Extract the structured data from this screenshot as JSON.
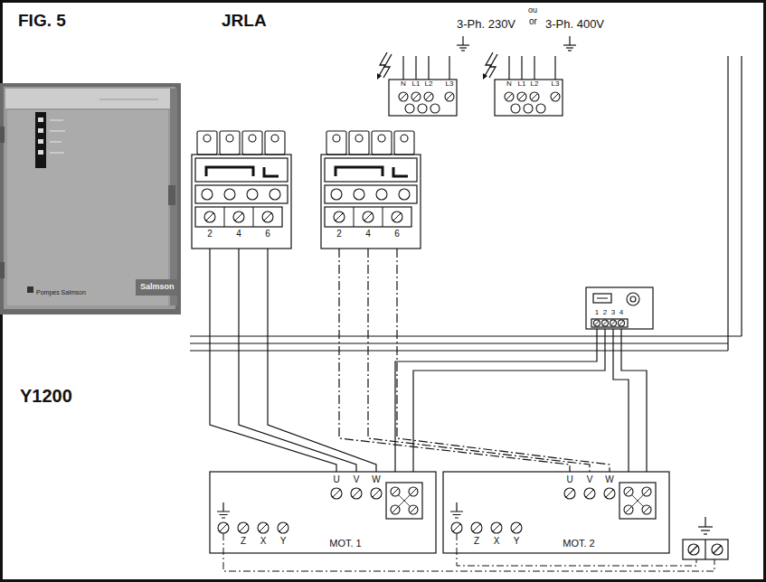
{
  "diagram": {
    "title": "FIG. 5",
    "nodes": [
      {
        "text": [
          "N",
          "L1",
          "L2",
          "L3"
        ]
      },
      {
        "text": [
          "N",
          "L1",
          "L2",
          "L3"
        ]
      },
      {
        "text": [
          "2",
          "4",
          "6"
        ]
      },
      {
        "text": [
          "2",
          "4",
          "6"
        ]
      },
      {
        "text": [
          "1",
          "2",
          "3",
          "4"
        ]
      },
      {
        "text": [
          "U",
          "V",
          "W",
          "Z",
          "X",
          "Y",
          "MOT. 1"
        ]
      },
      {
        "text": [
          "U",
          "V",
          "W",
          "Z",
          "X",
          "Y",
          "MOT. 2"
        ]
      }
    ],
    "edges": [
      {
        "from": 2,
        "to": 5,
        "arrow": "none"
      },
      {
        "from": 2,
        "to": 5,
        "arrow": "none"
      },
      {
        "from": 2,
        "to": 5,
        "arrow": "none"
      },
      {
        "from": 3,
        "to": 6,
        "arrow": "none"
      },
      {
        "from": 3,
        "to": 6,
        "arrow": "none"
      },
      {
        "from": 3,
        "to": 6,
        "arrow": "none"
      },
      {
        "from": 4,
        "to": 5,
        "arrow": "none"
      },
      {
        "from": 4,
        "to": 5,
        "arrow": "none"
      },
      {
        "from": 4,
        "to": 6,
        "arrow": "none"
      },
      {
        "from": 4,
        "to": 6,
        "arrow": "none"
      }
    ],
    "labels": [
      "JRLA",
      "3-Ph. 230V",
      "ou",
      "or",
      "3-Ph. 400V",
      "Y1200",
      "Pompes Salmson",
      "Salmson"
    ]
  }
}
